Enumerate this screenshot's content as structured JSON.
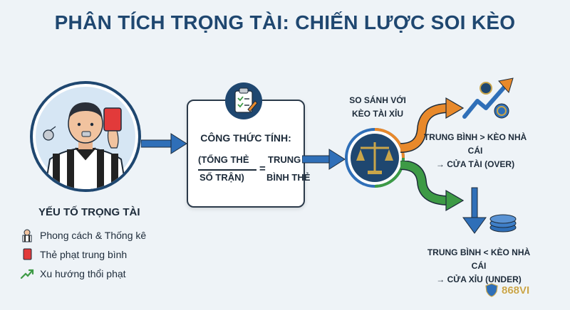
{
  "title": "PHÂN TÍCH TRỌNG TÀI: CHIẾN LƯỢC SOI KÈO",
  "referee": {
    "label": "YẾU TỐ TRỌNG TÀI",
    "factors": [
      {
        "icon": "referee-stats-icon",
        "text": "Phong cách & Thống kê"
      },
      {
        "icon": "red-card-icon",
        "text": "Thẻ phạt trung bình"
      },
      {
        "icon": "trend-arrow-icon",
        "text": "Xu hướng thổi phạt"
      }
    ]
  },
  "formula": {
    "title": "CÔNG THỨC TÍNH:",
    "numerator": "(TỔNG THẺ",
    "denominator": "SỐ TRẬN)",
    "equals": "=",
    "result_line1": "TRUNG",
    "result_line2": "BÌNH THẺ"
  },
  "compare": {
    "line1": "SO SÁNH VỚI",
    "line2": "KÈO TÀI XỈU"
  },
  "over": {
    "line1": "TRUNG BÌNH > KÈO NHÀ CÁI",
    "line2": "→ CỬA TÀI (OVER)"
  },
  "under": {
    "line1": "TRUNG BÌNH < KÈO NHÀ CÁI",
    "line2": "→ CỬA XỈU (UNDER)"
  },
  "brand": {
    "text": "868VI"
  },
  "colors": {
    "title": "#1f4770",
    "arrow_blue": "#2f6fb8",
    "arrow_orange": "#e8892b",
    "arrow_green": "#3d9a45",
    "card_red": "#e23a3a"
  }
}
